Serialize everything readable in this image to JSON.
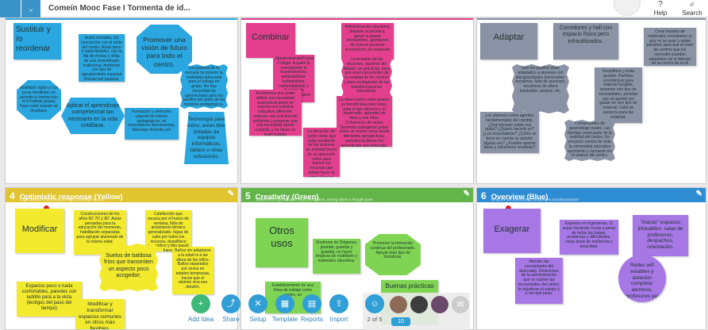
{
  "topbar": {
    "title": "Comeín Mooc Fase I Tormenta de id...",
    "help": "Help",
    "search": "Search"
  },
  "boards": [
    {
      "id": "b1",
      "number": "",
      "title": "",
      "color": "#2aa6e0",
      "notes": [
        {
          "t": "Sustituir y /o reordenar",
          "big": true
        },
        {
          "t": "Aulas cerradas, sin interacción con el resto del centro. Aulas poco o nada flexibles, con la fila de mesas y sillas de una metodología tradicional. Ambiente con tipo de agrupamiento espacial (mesas por equipos, mesas en U...) sin"
        },
        {
          "t": "Promover una visión de futuro para todo el centro.",
          "big": true
        },
        {
          "t": "Mobiliario rígido y con poca movilidad, no permite la interacción ni el trabajo grupal, hace ruido cuando se desplaza."
        },
        {
          "t": "Aplicar el aprendizaje competencial tan necesario en la vida cotidiana.",
          "big": true
        },
        {
          "t": "Los pasillos de la escuela no poseen la mobiliaria adecuada para el trabajo en grupo. No hay necesidad de aprovecharlo para los pasillos por parte de los modelos pedagógicos."
        },
        {
          "t": "Formación y selección urgente de líderes pedagógicos, no necesitamos directores/as, liderazgo docente ya!!"
        },
        {
          "t": "Tecnología para todos, aulas bien dotadas de equipos informáticos, tablets u otras soluciones.",
          "big": true
        }
      ]
    },
    {
      "id": "b2",
      "number": "",
      "title": "",
      "color": "#e43f8e",
      "notes": [
        {
          "t": "Combinar",
          "big": true
        },
        {
          "t": "Mantenimiento/Consejería. Colegio. A quien le corresponde el mantenimiento, adaptabilidad, habitabilidad, confortabilidad, y dotación de recursos del mismo."
        },
        {
          "t": "Administración educativa, dotación económica, apoyo a grupos innovadores, aportación de nuevos recursos económicos y/o materiale"
        },
        {
          "t": "Tendríamos que poder definir una necesidad acaecida al poner en marcha una práctica educativa diferente: redactar una solicitud del problema y proponer que esa necesidad quede cubierta, y no hacer un buen trabajo"
        },
        {
          "t": "La inclusión de los docentes, alumnos del Máster, en prácticas, para que sean conscientes de la realidad de los centros y para contagiarles de las transformaciones educativas."
        },
        {
          "t": "La dirección del centro tiene que estar pendiente de los alumnos en soledad (tanto en su ejecución como para buscar los recursos que deben hacer la obra). Pero el presupuesto lo pone la administración. No"
        },
        {
          "t": "La observación entre iguales es beneficiosa para todos, para el que observa y el observado, aprender de otros y con otros. Coherencia de varios Docentes trabajando juntos sobre un mismo tema desde diferentes perspectivas, permitirá la deriva del aprendizaje sea mejorada."
        }
      ]
    },
    {
      "id": "b3",
      "number": "",
      "title": "",
      "color": "#8a93a6",
      "notes": [
        {
          "t": "Adaptar",
          "big": true
        },
        {
          "t": "Corredores y hall con espacio físico pero infrautilizados.",
          "big": true
        },
        {
          "t": "Crear listados de materiales excedentes (o que no se usan y están parados) para que el resto de centros que los necesiten puedan adquirirlos (si el director de su centro da su el permiso). Lo que se recupere se use en todos"
        },
        {
          "t": "Que los pasillos sean adaptados a alumnos con discapacidades funcionales: escaleras, falta de ascensor, escalones de altura insalvable, rampas, etc."
        },
        {
          "t": "Despilfarro y mala gestión. Partidas económicas para material fungible, tenemos otro tipo de necesidades, partidas que se gastan por gastar en otro tipo de material. Falta de asesoría para las compras."
        },
        {
          "t": "Los alumnos como agentes fundamentales del cambio, ¿Qué piensan sobre sus aulas? ¿Quiero hacerlo yo? ¿Los escuchamos? ¿Cómo se tiene en cuenta su opinión alguna vez? ¿Pueden aportar ideas y soluciones creativas?"
        },
        {
          "t": "Comunidades de aprendizaje reales. Las familias como parte de la realidad del centro. Un proyecto común de toda la comunidad educativa aportando y sumando en el avance del centro."
        }
      ]
    },
    {
      "id": "b4",
      "number": "4",
      "title": "Optimistic response (Yellow)",
      "sub": "Logic applied to identifying benefits, seeking harmony",
      "color": "#e0c530",
      "notes": [
        {
          "t": "Modificar",
          "big": true
        },
        {
          "t": "Construcciones de los años 60' 70' y 80'. Aulas pensadas para la educación del momento, habilitación separadas para agrupar alumnado de la misma edad."
        },
        {
          "t": "Calefacción que escaca por el hueco de ventana, falta de aislamiento térmico generalizado, fugas de calor por todos los rincones, despilfarro energético y tipo gasoil fuera."
        },
        {
          "t": "Suelos de baldosa fríos que transmiten un aspecto poco acogedor;",
          "big": true
        },
        {
          "t": "Baños sin adaptarse a la edad ni a las altura de los niños. Baños separados por sexos en edades tempranas, hacen que el alumno viva esa división."
        },
        {
          "t": "Espacios poco o nada confortables, paredes con ladrillo para a la vista (testigos del paso del tiempo)"
        },
        {
          "t": "Modificar y transformar espacios comunes en otros más flexibles.",
          "big": true
        }
      ]
    },
    {
      "id": "b5",
      "number": "5",
      "title": "Creativity (Green)",
      "sub": "Statements of provocation and investigation, seeing where a thought goes",
      "color": "#63b54a",
      "notes": [
        {
          "t": "Otros usos",
          "big": true
        },
        {
          "t": "Síndrome de Diógenes, guardar, guardar y guardar, no hacer limpieza de mobiliario y materiales obsoletos."
        },
        {
          "t": "Promover la formación continua del profesorado. Apoyar todo tipo de iniciativas."
        },
        {
          "t": "Establecimiento de una línea de trabajo como centro, un"
        },
        {
          "t": "Buenas prácticas",
          "big": true
        }
      ]
    },
    {
      "id": "b6",
      "number": "6",
      "title": "Overview (Blue)",
      "sub": "What are the summaries, conclusions and discussions?",
      "color": "#2e8cd2",
      "notes": [
        {
          "t": "Exagerar",
          "big": true
        },
        {
          "t": "Expertos en Ingenierías. Si segur haciendo cosas a pesar de todas las trabas, problemas y dificultades, estas dosis de resiliencia y tenacidad."
        },
        {
          "t": "\"Atacar\" espacios intocables: salas de profesores, despachos, orientación.",
          "big": true
        },
        {
          "t": "Atender las necesidades del alumnado. Dotaciones de la administración que no cubren las necesidades del centro, te adjudican el equipo y a ver qué pasa."
        },
        {
          "t": "Redes wifi estables y dotación completa: alumnos, profesores ya!",
          "big": true
        }
      ]
    }
  ],
  "toolbar": {
    "add": "Add Idea",
    "share": "Share",
    "setup": "Setup",
    "template": "Template",
    "reports": "Reports",
    "import": "Import"
  },
  "collab": {
    "page": "2 of 5",
    "count": "10"
  }
}
